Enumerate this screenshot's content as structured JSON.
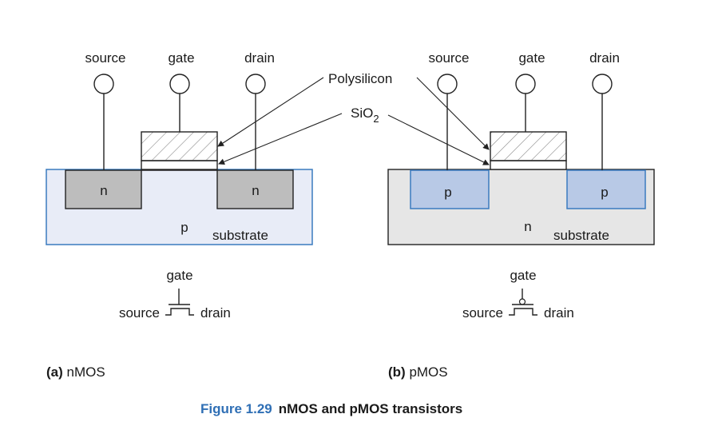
{
  "nmos": {
    "terminals": [
      "source",
      "gate",
      "drain"
    ],
    "diffusion_label": "n",
    "body_label": "p",
    "substrate_label": "substrate",
    "symbol": {
      "gate": "gate",
      "source": "source",
      "drain": "drain"
    },
    "caption_letter": "(a)",
    "caption_text": " nMOS"
  },
  "pmos": {
    "terminals": [
      "source",
      "gate",
      "drain"
    ],
    "diffusion_label": "p",
    "body_label": "n",
    "substrate_label": "substrate",
    "symbol": {
      "gate": "gate",
      "source": "source",
      "drain": "drain"
    },
    "caption_letter": "(b)",
    "caption_text": " pMOS"
  },
  "callouts": {
    "polysilicon": "Polysilicon",
    "sio2_main": "SiO",
    "sio2_sub": "2"
  },
  "figure": {
    "number": "Figure 1.29",
    "title": "nMOS and pMOS transistors"
  },
  "colors": {
    "nmos_substrate": "#e8ecf7",
    "nmos_substrate_border": "#3a7bbf",
    "n_diffusion": "#bdbdbd",
    "pmos_substrate": "#e6e6e6",
    "p_diffusion": "#b8c9e6",
    "p_diffusion_border": "#3a7bbf",
    "figure_number": "#2f6fb5"
  }
}
